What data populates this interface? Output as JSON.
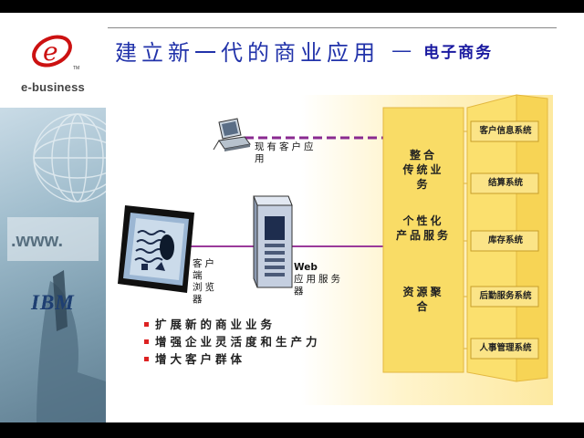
{
  "brand": {
    "logo_letter": "e",
    "trademark": "TM",
    "ebusiness_label": "e-business",
    "ibm_label": "IBM"
  },
  "title": {
    "main": "建立新一代的商业应用",
    "dash": "—",
    "sub": "电子商务"
  },
  "diagram": {
    "existing_client_label": "现有客户应用",
    "client_label": "客户端浏览器",
    "client_line1": "客户",
    "client_line2": "端",
    "client_line3": "浏览",
    "client_line4": "器",
    "web_label_en": "Web",
    "web_label_line1": "应用服务",
    "web_label_line2": "器",
    "existing_line1": "现有客户应",
    "existing_line2": "用",
    "center": {
      "integrate_line1": "整合",
      "integrate_line2": "传统业",
      "integrate_line3": "务",
      "personal_line1": "个性化",
      "personal_line2": "产品服务",
      "aggregate_line1": "资源聚",
      "aggregate_line2": "合"
    },
    "systems": [
      "客户信息系统",
      "结算系统",
      "库存系统",
      "后勤服务系统",
      "人事管理系统"
    ]
  },
  "bullets": [
    "扩展新的商业业务",
    "增强企业灵活度和生产力",
    "增大客户群体"
  ],
  "colors": {
    "title_blue": "#2233aa",
    "dashed_line": "#8a2a90",
    "solid_line": "#9a3a9a",
    "bullet_red": "#dd2222",
    "center_box": "#f9dc66",
    "system_box": "#fbe487"
  }
}
